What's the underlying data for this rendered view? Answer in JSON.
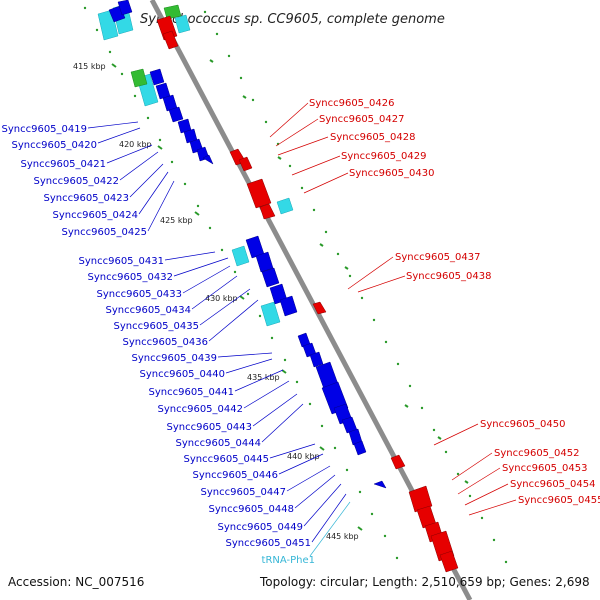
{
  "title": "Synechococcus sp. CC9605, complete genome",
  "footer": {
    "accession": "Accession: NC_007516",
    "summary": "Topology: circular; Length: 2,510,659 bp; Genes: 2,698"
  },
  "kbp_marks": [
    "415 kbp",
    "420 kbp",
    "425 kbp",
    "430 kbp",
    "435 kbp",
    "440 kbp",
    "445 kbp"
  ],
  "left_labels": [
    "Syncc9605_0419",
    "Syncc9605_0420",
    "Syncc9605_0421",
    "Syncc9605_0422",
    "Syncc9605_0423",
    "Syncc9605_0424",
    "Syncc9605_0425",
    "Syncc9605_0431",
    "Syncc9605_0432",
    "Syncc9605_0433",
    "Syncc9605_0434",
    "Syncc9605_0435",
    "Syncc9605_0436",
    "Syncc9605_0439",
    "Syncc9605_0440",
    "Syncc9605_0441",
    "Syncc9605_0442",
    "Syncc9605_0443",
    "Syncc9605_0444",
    "Syncc9605_0445",
    "Syncc9605_0446",
    "Syncc9605_0447",
    "Syncc9605_0448",
    "Syncc9605_0449",
    "Syncc9605_0451"
  ],
  "trna_label": "tRNA-Phe1",
  "right_labels": [
    "Syncc9605_0426",
    "Syncc9605_0427",
    "Syncc9605_0428",
    "Syncc9605_0429",
    "Syncc9605_0430",
    "Syncc9605_0437",
    "Syncc9605_0438",
    "Syncc9605_0450",
    "Syncc9605_0452",
    "Syncc9605_0453",
    "Syncc9605_0454",
    "Syncc9605_0455"
  ],
  "colors": {
    "forward_cds": "#0000e6",
    "reverse_cds": "#e60000",
    "rna": "#33d9e6",
    "other": "#33bb33",
    "backbone": "#8c8c8c"
  }
}
